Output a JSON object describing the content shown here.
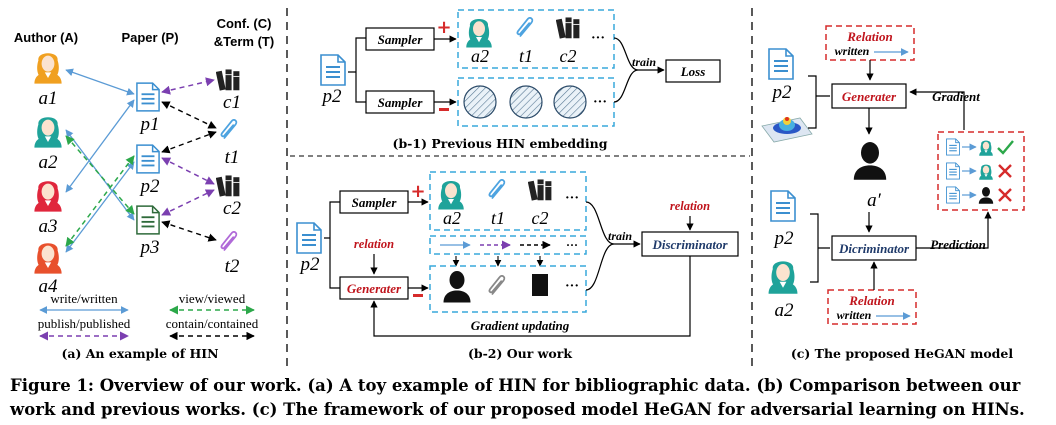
{
  "panel_a": {
    "headers": {
      "author": "Author (A)",
      "paper": "Paper (P)",
      "conf_term_1": "Conf. (C)",
      "conf_term_2": "&Term (T)"
    },
    "authors": [
      "a1",
      "a2",
      "a3",
      "a4"
    ],
    "papers": [
      "p1",
      "p2",
      "p3"
    ],
    "venues_terms": [
      "c1",
      "t1",
      "c2",
      "t2"
    ],
    "legend": {
      "write": "write/written",
      "view": "view/viewed",
      "publish": "publish/published",
      "contain": "contain/contained"
    },
    "caption": "(a) An example of HIN"
  },
  "panel_b1": {
    "node": "p2",
    "sampler_top": "Sampler",
    "sampler_bottom": "Sampler",
    "pos_nodes": [
      "a2",
      "t1",
      "c2"
    ],
    "ellipsis": "···",
    "train": "train",
    "loss": "Loss",
    "caption": "(b-1) Previous HIN embedding"
  },
  "panel_b2": {
    "node": "p2",
    "sampler": "Sampler",
    "generater": "Generater",
    "relation_left": "relation",
    "relation_right": "relation",
    "pos_nodes": [
      "a2",
      "t1",
      "c2"
    ],
    "ellipsis": "···",
    "train": "train",
    "discriminator": "Discriminator",
    "gradient": "Gradient updating",
    "caption": "(b-2) Our work"
  },
  "panel_c": {
    "relation_top_title": "Relation",
    "relation_top_sub": "written",
    "node_top": "p2",
    "generater": "Generater",
    "gradient": "Gradient",
    "fake_node": "a′",
    "node_bottom_p": "p2",
    "node_bottom_a": "a2",
    "dicriminator": "Dicriminator",
    "prediction": "Prediction",
    "relation_bottom_title": "Relation",
    "relation_bottom_sub": "written",
    "caption": "(c) The proposed HeGAN model"
  },
  "figure_caption": "Figure 1: Overview of our work. (a) A toy example of HIN for bibliographic data. (b) Comparison between our work and previous works. (c) The framework of our proposed model HeGAN  for adversarial learning on HINs.",
  "colors": {
    "write": "#5b9bd5",
    "view": "#2ca84a",
    "publish": "#7b3fb0",
    "contain": "#000000",
    "accent_red": "#d62b2b",
    "dash_blue": "#38a8dc",
    "author_orange": "#f0a020",
    "author_teal": "#1fa39a",
    "author_red": "#e0263c",
    "author_redorange": "#e8502c"
  }
}
